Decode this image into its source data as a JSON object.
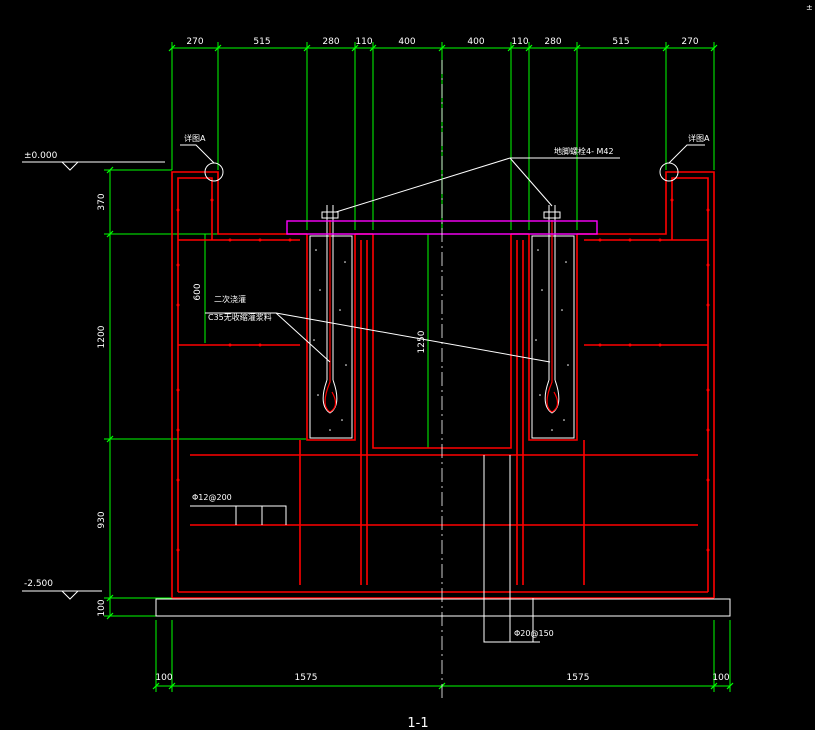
{
  "drawing": {
    "section_title": "1-1",
    "corner_mark": "±",
    "top_dims": [
      "270",
      "515",
      "280",
      "110",
      "400",
      "400",
      "110",
      "280",
      "515",
      "270"
    ],
    "bottom_dims": [
      "100",
      "1575",
      "1575",
      "100"
    ],
    "left_dims": [
      "370",
      "1200",
      "930",
      "100"
    ],
    "elev_top": "±0.000",
    "elev_bottom": "-2.500",
    "inner_dim_600": "600",
    "inner_dim_1250": "1250",
    "label_detail_a_left": "详图A",
    "label_detail_a_right": "详图A",
    "label_anchor_bolt": "地脚螺栓4- M42",
    "label_grout_1": "二次浇灌",
    "label_grout_2": "C35无收缩灌浆料",
    "label_rebar_12": "Φ12@200",
    "label_rebar_20": "Φ20@150"
  },
  "colors": {
    "concrete": "#ff0000",
    "dimension": "#00ff00",
    "baseplate": "#ff00ff",
    "text": "#ffffff",
    "centerline": "#ffffff"
  }
}
